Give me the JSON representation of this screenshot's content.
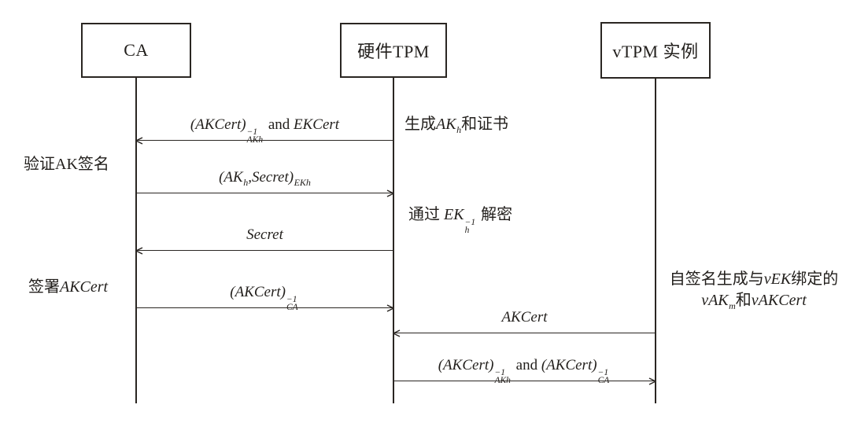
{
  "diagram": {
    "title": "vTPM AK certificate issuance sequence",
    "actors": [
      {
        "id": "ca",
        "label": "CA"
      },
      {
        "id": "tpm",
        "label": "硬件TPM"
      },
      {
        "id": "vtpm",
        "label": "vTPM 实例"
      }
    ],
    "messages": [
      {
        "from": "tpm",
        "to": "ca",
        "direction": "left",
        "segments": [
          {
            "style": "italic",
            "text": "(AKCert)"
          },
          {
            "style": "stack",
            "sup": "−1",
            "sub": "AKh"
          },
          {
            "style": "plain",
            "text": " and "
          },
          {
            "style": "italic",
            "text": "EKCert"
          }
        ]
      },
      {
        "from": "ca",
        "to": "tpm",
        "direction": "right",
        "segments": [
          {
            "style": "italic",
            "text": "(AK"
          },
          {
            "style": "sub",
            "text": "h"
          },
          {
            "style": "italic",
            "text": ",Secret)"
          },
          {
            "style": "sub",
            "text": "EKh"
          }
        ]
      },
      {
        "from": "tpm",
        "to": "ca",
        "direction": "left",
        "segments": [
          {
            "style": "italic",
            "text": "Secret"
          }
        ]
      },
      {
        "from": "ca",
        "to": "tpm",
        "direction": "right",
        "segments": [
          {
            "style": "italic",
            "text": "(AKCert)"
          },
          {
            "style": "stack",
            "sup": "−1",
            "sub": "CA"
          }
        ]
      },
      {
        "from": "vtpm",
        "to": "tpm",
        "direction": "left",
        "segments": [
          {
            "style": "italic",
            "text": "AKCert"
          }
        ]
      },
      {
        "from": "tpm",
        "to": "vtpm",
        "direction": "right",
        "segments": [
          {
            "style": "italic",
            "text": "(AKCert)"
          },
          {
            "style": "stack",
            "sup": "−1",
            "sub": "AKh"
          },
          {
            "style": "plain",
            "text": " and "
          },
          {
            "style": "italic",
            "text": "(AKCert)"
          },
          {
            "style": "stack",
            "sup": "−1",
            "sub": "CA"
          }
        ]
      }
    ],
    "notes": {
      "generate": {
        "segments": [
          {
            "style": "plain",
            "text": "生成"
          },
          {
            "style": "italic",
            "text": "AK"
          },
          {
            "style": "sub",
            "text": "h"
          },
          {
            "style": "plain",
            "text": "和证书"
          }
        ]
      },
      "verify": {
        "segments": [
          {
            "style": "plain",
            "text": "验证AK签名"
          }
        ]
      },
      "decrypt": {
        "segments": [
          {
            "style": "plain",
            "text": "通过 "
          },
          {
            "style": "italic",
            "text": "EK"
          },
          {
            "style": "stack",
            "sup": "−1",
            "sub": "h"
          },
          {
            "style": "plain",
            "text": " 解密"
          }
        ]
      },
      "sign": {
        "segments": [
          {
            "style": "plain",
            "text": "签署"
          },
          {
            "style": "italic",
            "text": "AKCert"
          }
        ]
      },
      "selfsign_line1": {
        "segments": [
          {
            "style": "plain",
            "text": "自签名生成与"
          },
          {
            "style": "italic",
            "text": "vEK"
          },
          {
            "style": "plain",
            "text": "绑定的"
          }
        ]
      },
      "selfsign_line2": {
        "segments": [
          {
            "style": "italic",
            "text": "vAK"
          },
          {
            "style": "sub",
            "text": "m"
          },
          {
            "style": "plain",
            "text": "和"
          },
          {
            "style": "italic",
            "text": "vAKCert"
          }
        ]
      }
    }
  }
}
